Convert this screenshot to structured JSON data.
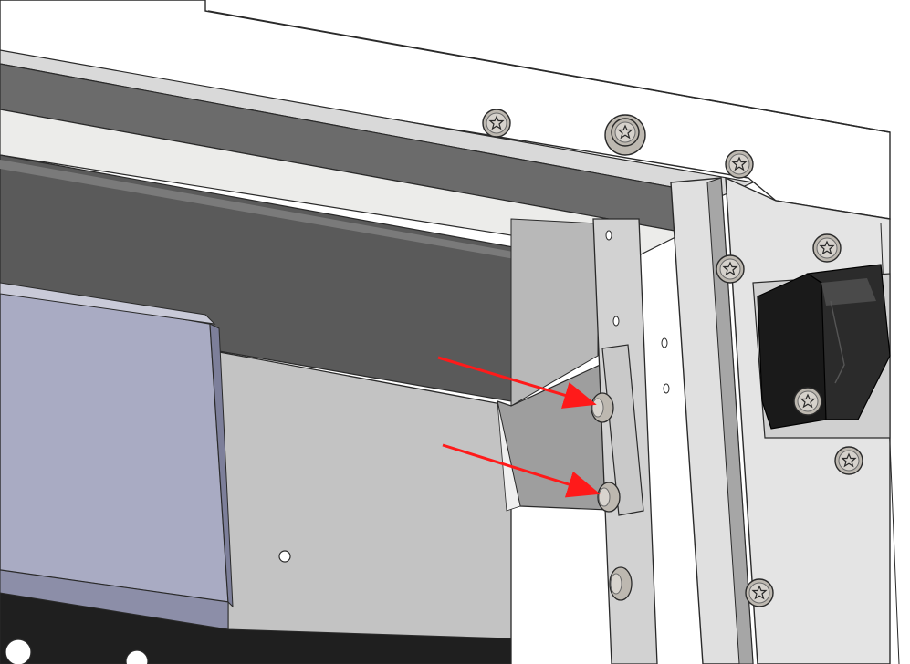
{
  "diagram": {
    "kind": "cad-assembly-render",
    "colors": {
      "background": "#ffffff",
      "panel_light": "#e8e8e8",
      "panel_mid": "#b8b8b8",
      "panel_dark": "#555555",
      "metal": "#c6c6c6",
      "blue_panel": "#a9abc3",
      "black_part": "#1a1a1a",
      "screw": "#bdb8b0",
      "arrow": "#ff1a1a",
      "outline": "#2a2a2a"
    },
    "icons": {
      "screw": "torx-screw-icon",
      "latch": "latch-clamp-icon",
      "arrow": "pointer-arrow-icon"
    },
    "callouts": [
      {
        "id": "upper-screw",
        "target": "screw"
      },
      {
        "id": "lower-screw",
        "target": "screw"
      }
    ]
  }
}
